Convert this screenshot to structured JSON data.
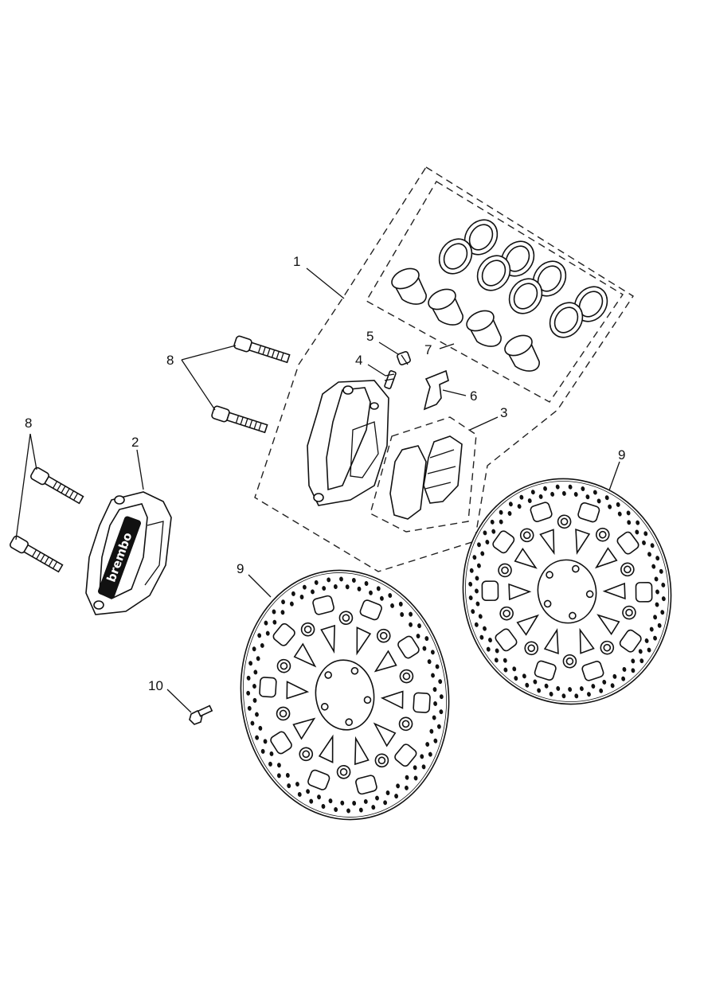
{
  "diagram": {
    "callouts": [
      {
        "id": "c1",
        "label": "1"
      },
      {
        "id": "c2",
        "label": "2"
      },
      {
        "id": "c3",
        "label": "3"
      },
      {
        "id": "c4",
        "label": "4"
      },
      {
        "id": "c5",
        "label": "5"
      },
      {
        "id": "c6",
        "label": "6"
      },
      {
        "id": "c7",
        "label": "7"
      },
      {
        "id": "c8a",
        "label": "8"
      },
      {
        "id": "c8b",
        "label": "8"
      },
      {
        "id": "c9a",
        "label": "9"
      },
      {
        "id": "c9b",
        "label": "9"
      },
      {
        "id": "c10",
        "label": "10"
      }
    ],
    "caliper_brand": "brembo",
    "colors": {
      "line": "#111111",
      "background": "#ffffff"
    }
  }
}
